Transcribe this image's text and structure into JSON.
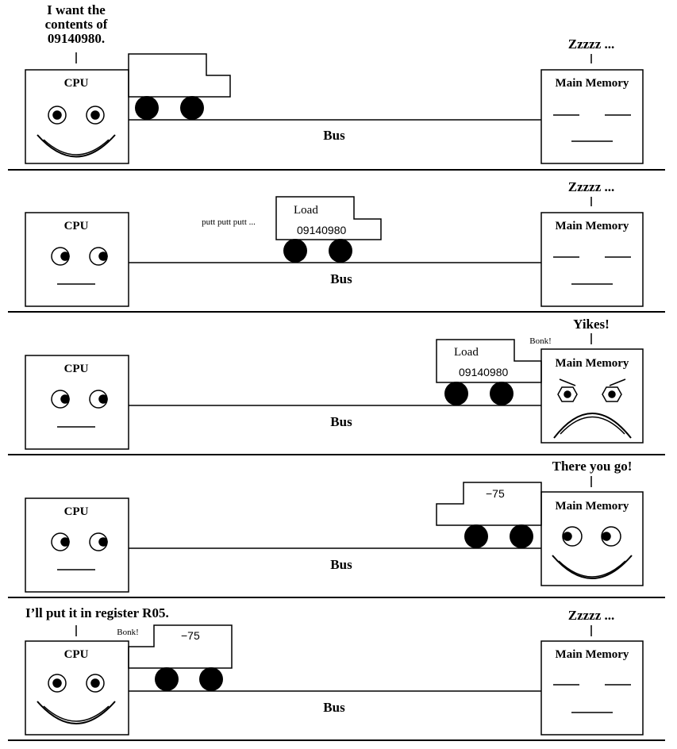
{
  "panels": [
    {
      "cpu_label": "CPU",
      "memory_label": "Main Memory",
      "bus_label": "Bus",
      "cpu_speech": [
        "I want the",
        "contents of",
        "09140980."
      ],
      "memory_speech": [
        "Zzzzz ..."
      ],
      "truck_text": [],
      "sound": ""
    },
    {
      "cpu_label": "CPU",
      "memory_label": "Main Memory",
      "bus_label": "Bus",
      "cpu_speech": [],
      "memory_speech": [
        "Zzzzz ..."
      ],
      "truck_text": [
        "Load",
        "09140980"
      ],
      "sound": "putt putt putt ..."
    },
    {
      "cpu_label": "CPU",
      "memory_label": "Main Memory",
      "bus_label": "Bus",
      "cpu_speech": [],
      "memory_speech": [
        "Yikes!"
      ],
      "truck_text": [
        "Load",
        "09140980"
      ],
      "sound": "Bonk!"
    },
    {
      "cpu_label": "CPU",
      "memory_label": "Main Memory",
      "bus_label": "Bus",
      "cpu_speech": [],
      "memory_speech": [
        "There you go!"
      ],
      "truck_text": [
        "−75"
      ],
      "sound": ""
    },
    {
      "cpu_label": "CPU",
      "memory_label": "Main Memory",
      "bus_label": "Bus",
      "cpu_speech": [
        "I’ll put it in register R05."
      ],
      "memory_speech": [
        "Zzzzz ..."
      ],
      "truck_text": [
        "−75"
      ],
      "sound": "Bonk!"
    }
  ]
}
